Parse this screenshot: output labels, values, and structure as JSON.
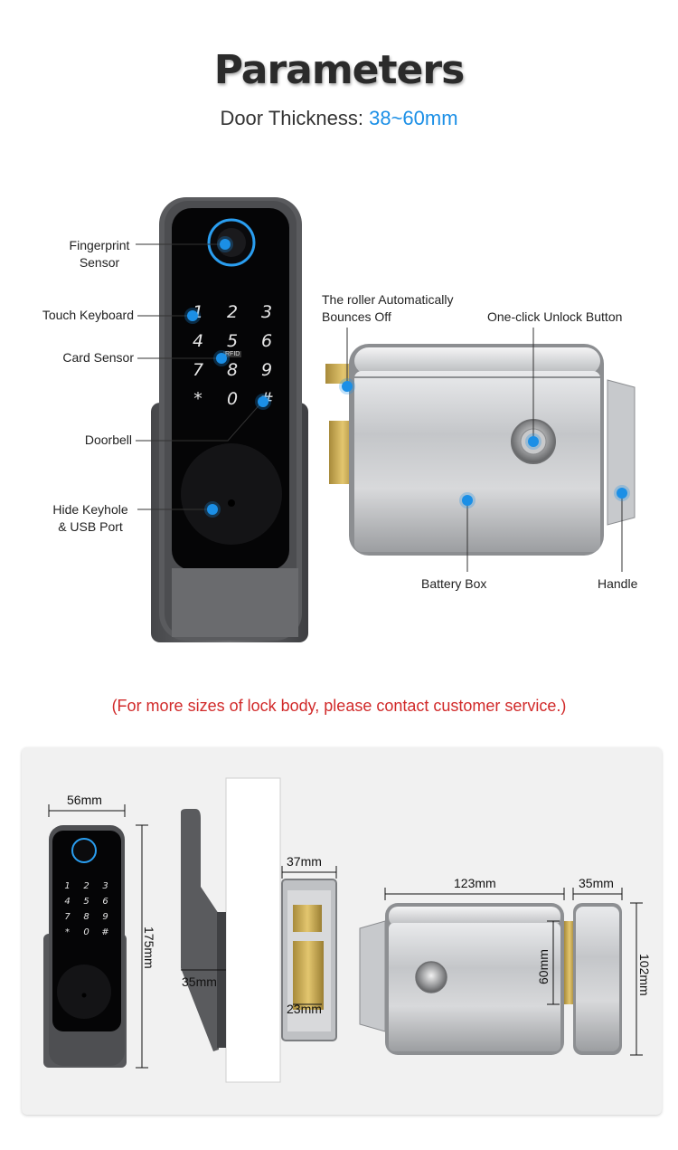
{
  "header": {
    "title": "Parameters",
    "subtitle_label": "Door Thickness: ",
    "subtitle_value": "38~60mm"
  },
  "labels": {
    "fingerprint": "Fingerprint\nSensor",
    "touch_keyboard": "Touch Keyboard",
    "card_sensor": "Card Sensor",
    "doorbell": "Doorbell",
    "keyhole": "Hide Keyhole\n& USB Port",
    "roller": "The roller Automatically\nBounces Off",
    "unlock_button": "One-click Unlock Button",
    "battery_box": "Battery Box",
    "handle": "Handle"
  },
  "keypad": [
    "1",
    "2",
    "3",
    "4",
    "5",
    "6",
    "7",
    "8",
    "9",
    "*",
    "0",
    "#"
  ],
  "card_tag": "RFID",
  "note": "(For more sizes of lock body, please contact customer service.)",
  "dimensions": {
    "width": "56mm",
    "height": "175mm",
    "door_gap": "35mm",
    "body_depth": "37mm",
    "bolt_width": "23mm",
    "body_length": "123mm",
    "strike_width": "35mm",
    "inner_height": "60mm",
    "body_height": "102mm"
  },
  "colors": {
    "accent": "#1b8fe6",
    "note": "#d12a2a"
  }
}
